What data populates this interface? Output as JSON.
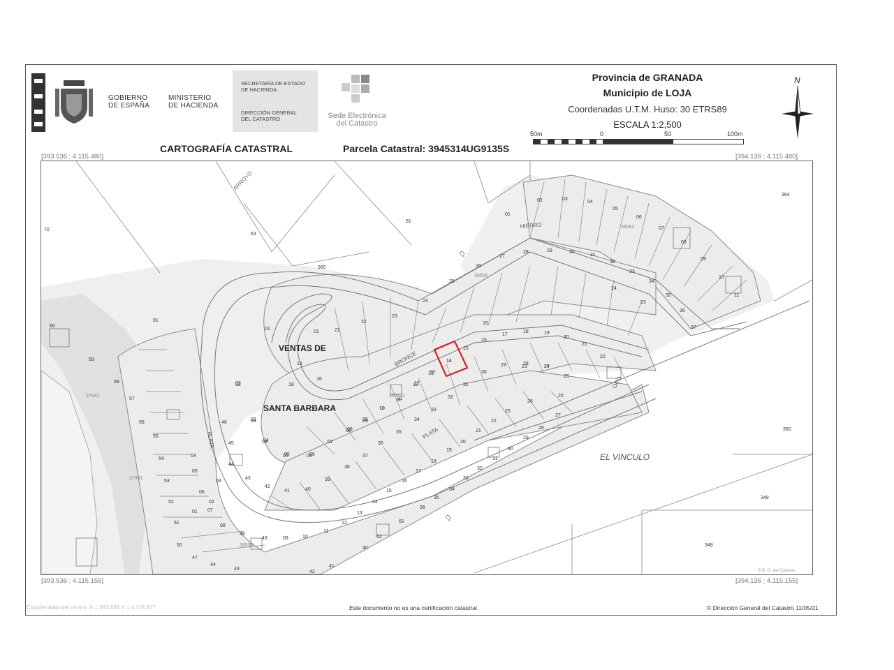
{
  "header": {
    "gobierno": [
      "GOBIERNO",
      "DE ESPAÑA"
    ],
    "ministerio": [
      "MINISTERIO",
      "DE HACIENDA"
    ],
    "secretaria": [
      "SECRETARÍA DE ESTADO",
      "DE HACIENDA"
    ],
    "direccion": [
      "DIRECCIÓN GENERAL",
      "DEL CATASTRO"
    ],
    "sede": [
      "Sede Electrónica",
      "del Catastro"
    ],
    "provincia": "Provincia de GRANADA",
    "municipio": "Municipio de LOJA",
    "coordenadas": "Coordenadas U.T.M. Huso: 30 ETRS89",
    "escala": "ESCALA 1:2,500",
    "north_label": "N",
    "scale_labels": [
      "50m",
      "0",
      "50",
      "100m"
    ],
    "title": "CARTOGRAFÍA CATASTRAL",
    "parcela": "Parcela Catastral: 3945314UG9135S"
  },
  "corners": {
    "top_left": "[393.536 ; 4.115.480]",
    "top_right": "[394.136 ; 4.115.480]",
    "bottom_left": "[393.536 ; 4.115.155]",
    "bottom_right": "[394.136 ; 4.115.155]"
  },
  "map": {
    "place_labels": [
      "VENTAS DE",
      "SANTA BARBARA",
      "EL VINCULO"
    ],
    "streets": [
      "ARROYO",
      "HIERRO",
      "CL",
      "BRONCE",
      "PLATA",
      "ORO",
      "PLATA",
      "CL"
    ],
    "highlight_color": "#d42020",
    "outer_numbers": [
      "70",
      "63",
      "61",
      "900",
      "01",
      "60",
      "59",
      "58",
      "57",
      "56",
      "55",
      "54",
      "53",
      "52",
      "51",
      "50",
      "364",
      "350",
      "349",
      "348",
      "37941",
      "37941",
      "39562",
      "39556",
      "394531",
      "38533"
    ],
    "ring_outer_top": [
      "01",
      "02",
      "03",
      "04",
      "05",
      "06",
      "07",
      "08",
      "09",
      "10",
      "11",
      "37",
      "36",
      "35",
      "34",
      "33",
      "32",
      "31",
      "30",
      "29",
      "28",
      "27",
      "26",
      "25",
      "24",
      "23",
      "22",
      "21",
      "01",
      "02",
      "03",
      "04",
      "05",
      "06",
      "07",
      "08",
      "09",
      "10",
      "11",
      "12",
      "13",
      "14",
      "15",
      "16",
      "18",
      "19",
      "01",
      "02"
    ],
    "ring_middle": [
      "15",
      "16",
      "17",
      "18",
      "19",
      "20",
      "21",
      "22",
      "23",
      "24",
      "25",
      "26",
      "27",
      "28",
      "29",
      "30",
      "31",
      "32",
      "33",
      "34",
      "35",
      "36",
      "37",
      "38",
      "39",
      "40",
      "41",
      "42",
      "43",
      "44",
      "45",
      "46",
      "03",
      "04",
      "05",
      "06",
      "07",
      "08",
      "09",
      "10",
      "11",
      "12",
      "13",
      "14"
    ],
    "ring_outer_bottom": [
      "25",
      "26",
      "27",
      "28",
      "29",
      "30",
      "31",
      "32",
      "33",
      "34",
      "35",
      "36",
      "61",
      "62",
      "40",
      "41",
      "42",
      "43",
      "44",
      "47",
      "48",
      "43",
      "09",
      "10",
      "11",
      "12",
      "13",
      "14",
      "15",
      "16",
      "17",
      "18",
      "19",
      "20",
      "21",
      "22",
      "23",
      "24",
      "01",
      "02",
      "03",
      "04",
      "05",
      "06",
      "07",
      "08"
    ],
    "copyright_small": "© D. G. del Catastro"
  },
  "footer": {
    "coords": "Coordenadas del centro: X = 393,836 Y = 4,115,317",
    "notice": "Este documento no es una certificación catastral",
    "copyright": "© Dirección General del Catastro 11/05/21"
  }
}
